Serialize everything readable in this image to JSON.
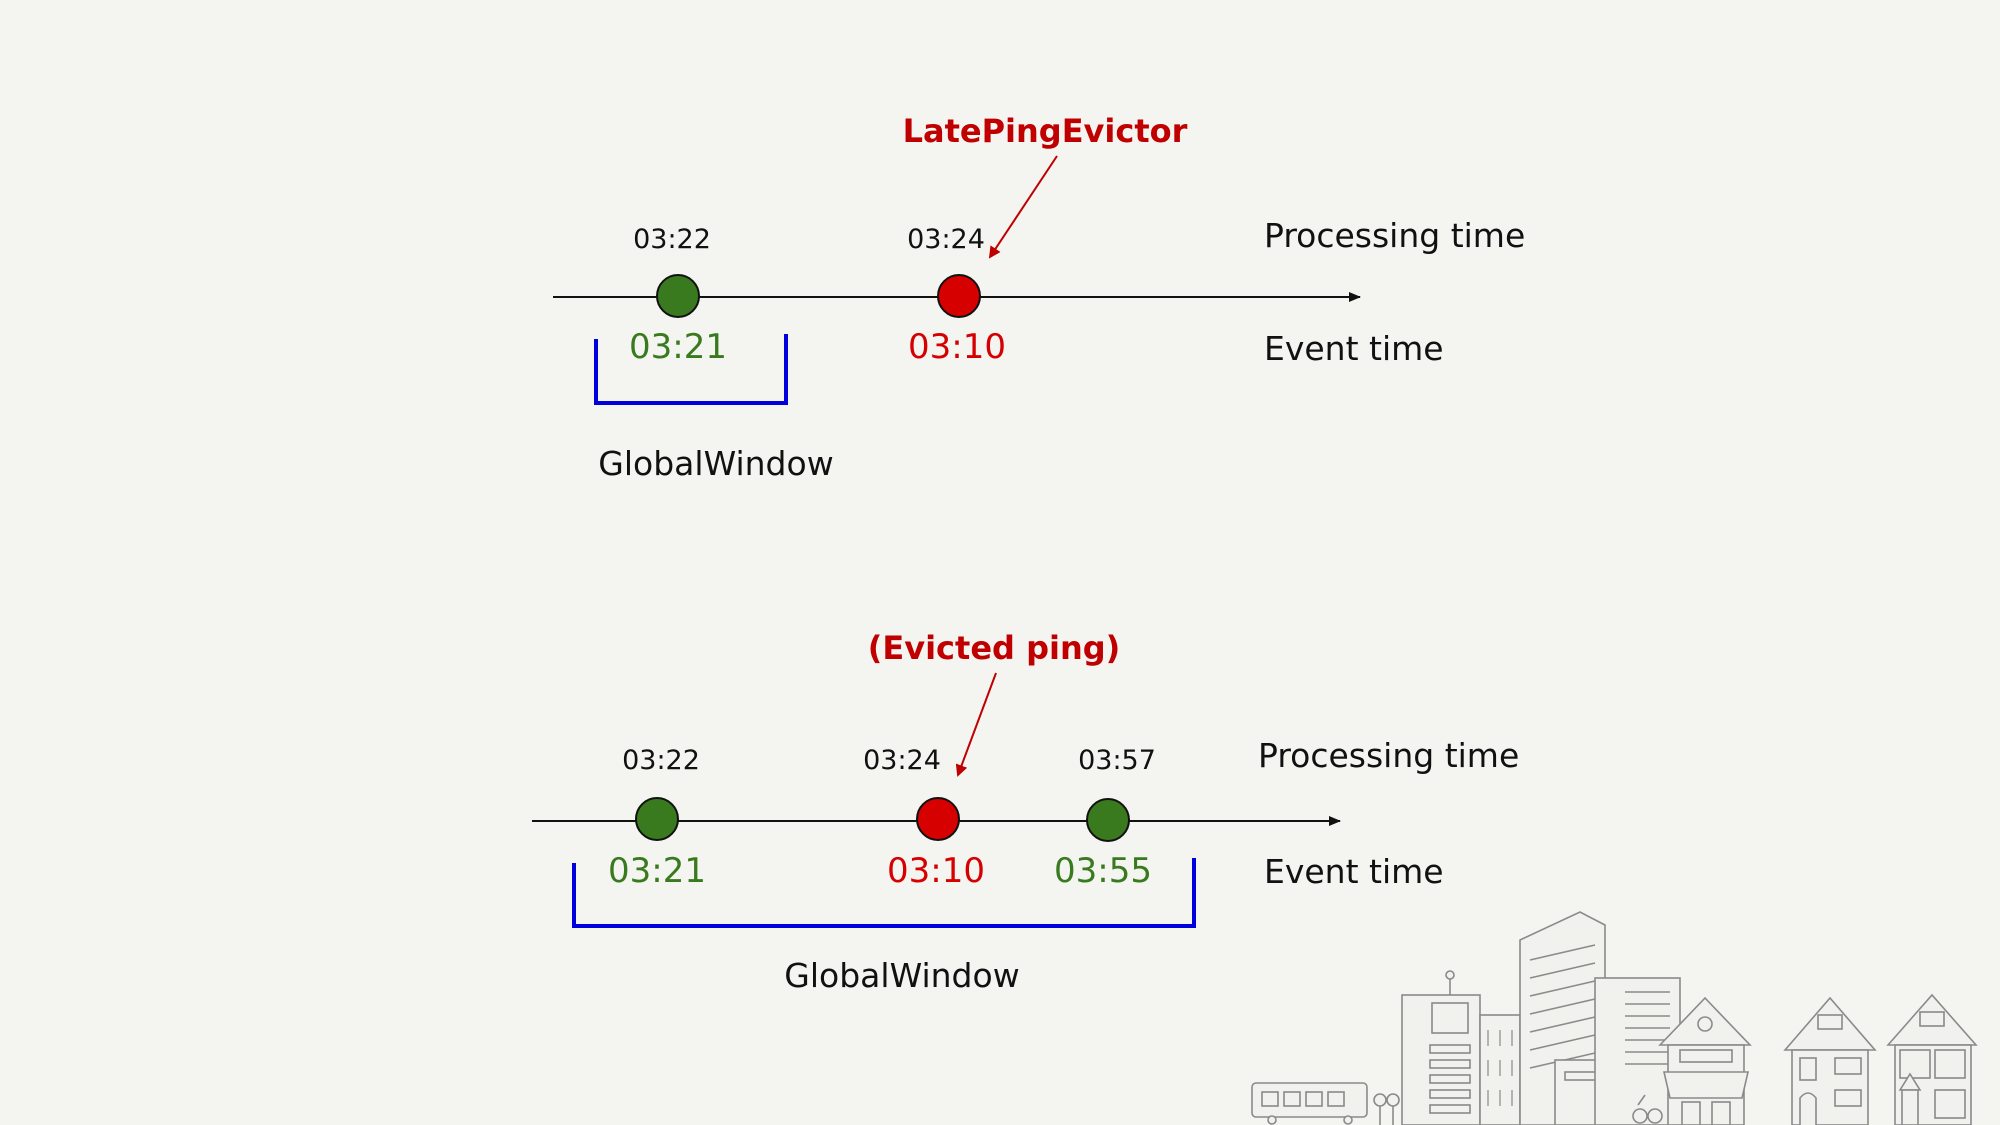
{
  "colors": {
    "background": "#f4f4f1",
    "green": "#3a7a1e",
    "red": "#d60000",
    "annotation_red": "#c00000",
    "window_blue": "#0000dd",
    "text": "#111111"
  },
  "top": {
    "annotation": "LatePingEvictor",
    "axis_labels": {
      "processing": "Processing time",
      "event": "Event time"
    },
    "events": [
      {
        "processing": "03:22",
        "event": "03:21",
        "status": "on-time"
      },
      {
        "processing": "03:24",
        "event": "03:10",
        "status": "late"
      }
    ],
    "window_label": "GlobalWindow"
  },
  "bottom": {
    "annotation": "(Evicted ping)",
    "axis_labels": {
      "processing": "Processing time",
      "event": "Event time"
    },
    "events": [
      {
        "processing": "03:22",
        "event": "03:21",
        "status": "on-time"
      },
      {
        "processing": "03:24",
        "event": "03:10",
        "status": "evicted"
      },
      {
        "processing": "03:57",
        "event": "03:55",
        "status": "on-time"
      }
    ],
    "window_label": "GlobalWindow"
  },
  "illustration": {
    "name": "city-skyline-illustration"
  }
}
